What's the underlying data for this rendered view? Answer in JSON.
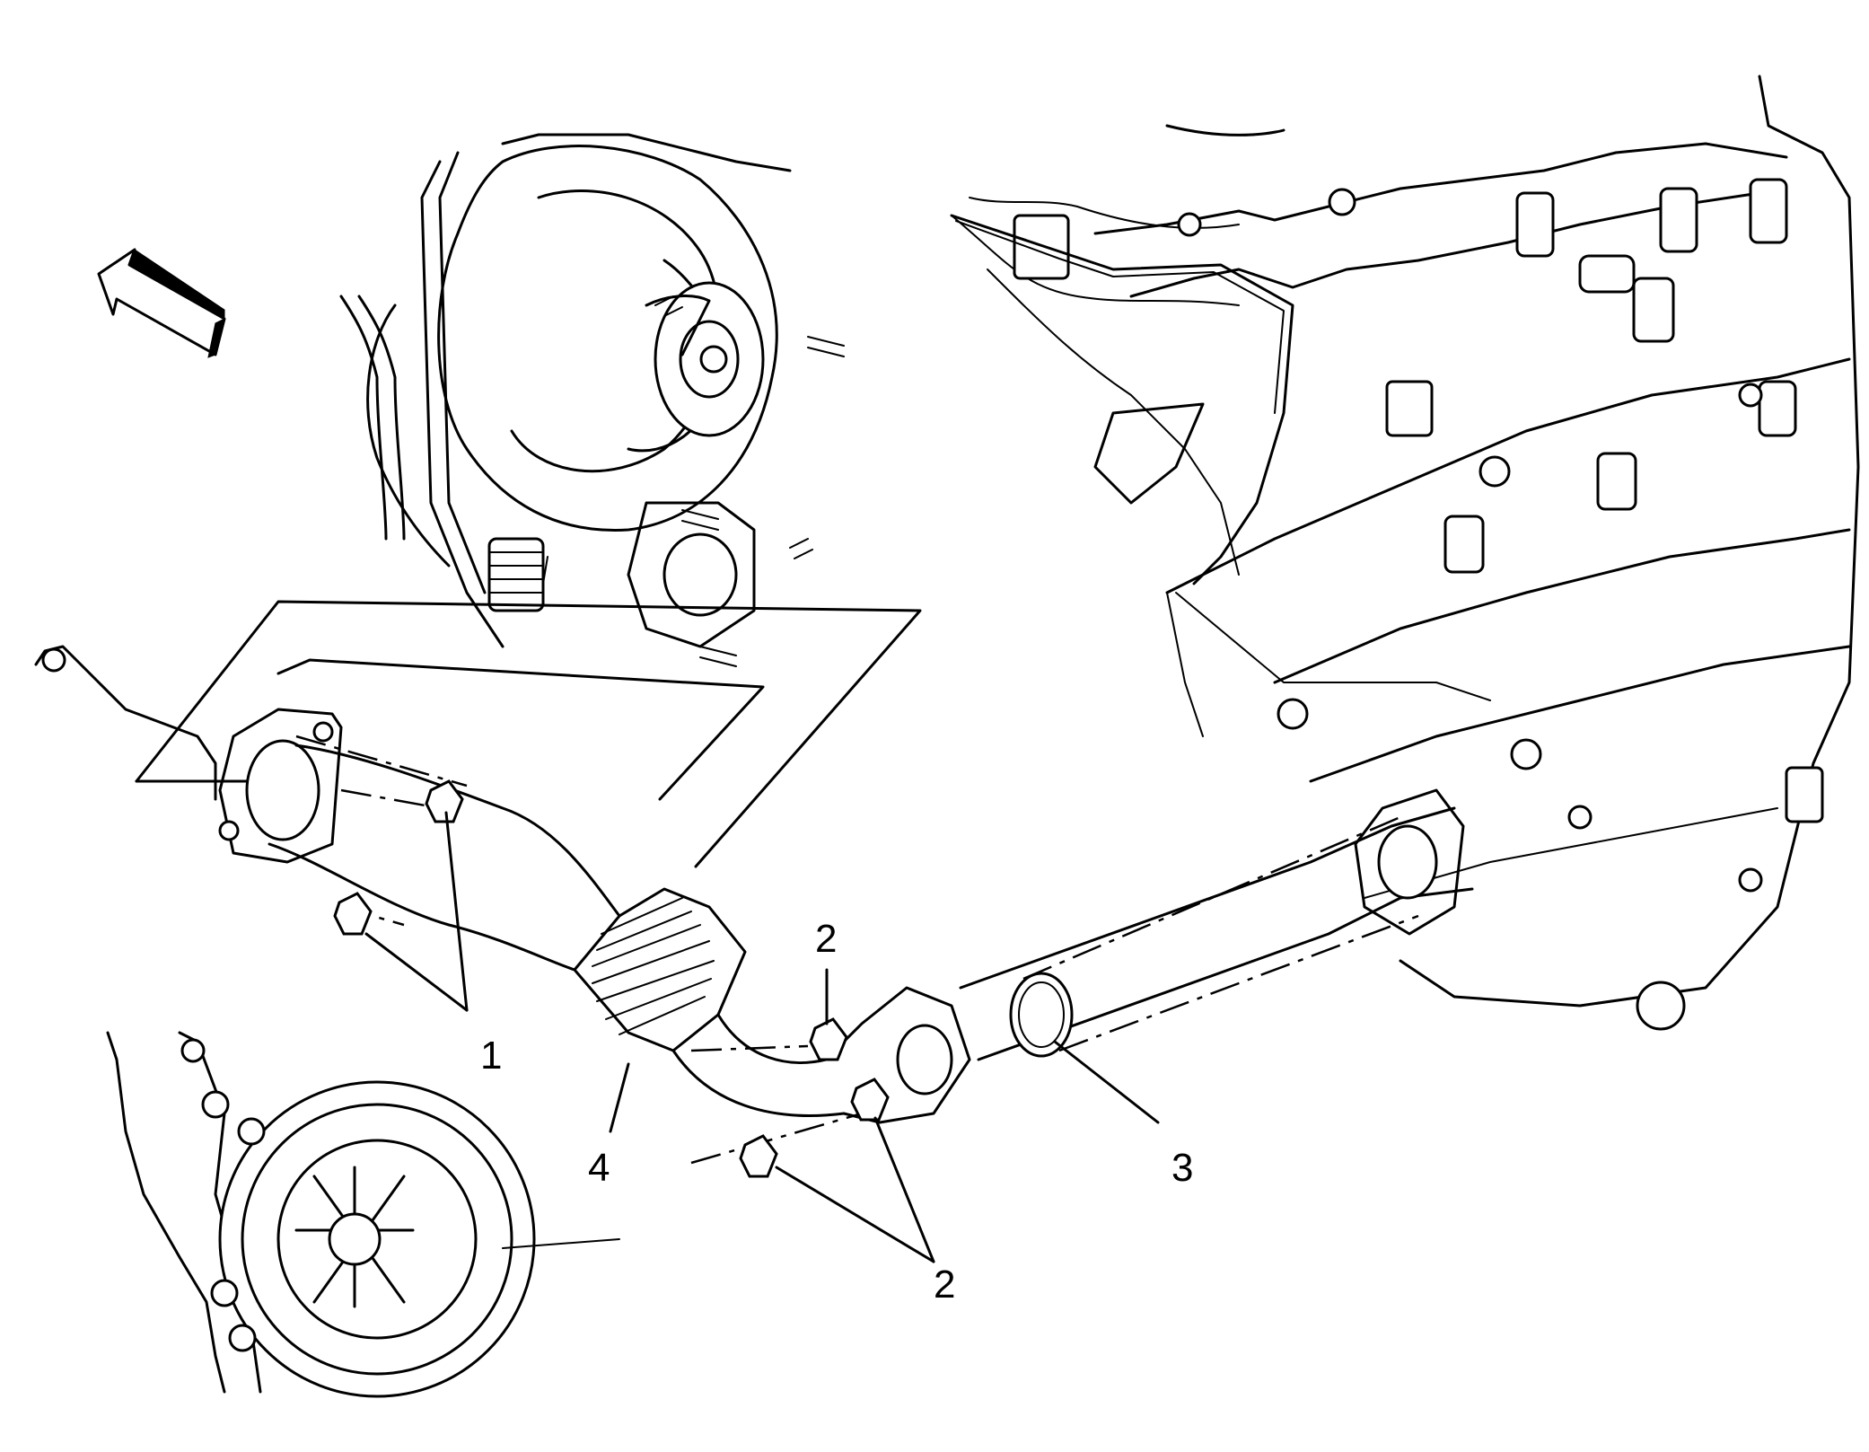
{
  "callouts": [
    {
      "id": "nuts-upper",
      "label": "1"
    },
    {
      "id": "nut-top",
      "label": "2"
    },
    {
      "id": "gasket",
      "label": "3"
    },
    {
      "id": "converter-pipe",
      "label": "4"
    },
    {
      "id": "nuts-lower",
      "label": "2"
    }
  ],
  "icons": {
    "front_arrow": "direction-arrow-icon"
  }
}
